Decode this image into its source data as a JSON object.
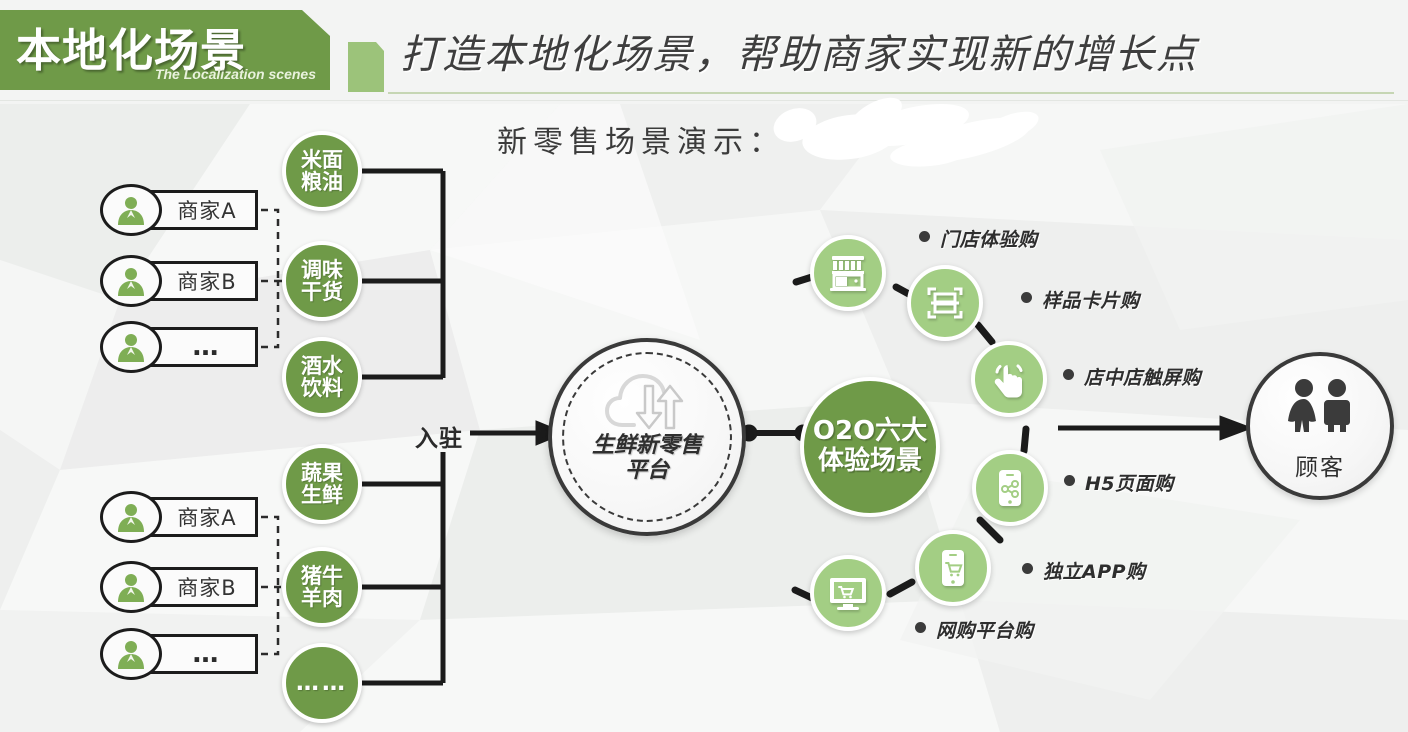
{
  "header": {
    "ribbon_title": "本地化场景",
    "ribbon_subtitle": "The Localization scenes",
    "title": "打造本地化场景，帮助商家实现新的增长点",
    "accent_color": "#6f9a48",
    "light_accent_color": "#a3ce84"
  },
  "section": {
    "caption": "新零售场景演示："
  },
  "merchants": {
    "group_top": [
      {
        "label": "商家A",
        "icon": "person-icon"
      },
      {
        "label": "商家B",
        "icon": "person-icon"
      },
      {
        "label": "…",
        "icon": "person-icon"
      }
    ],
    "group_bottom": [
      {
        "label": "商家A",
        "icon": "person-icon"
      },
      {
        "label": "商家B",
        "icon": "person-icon"
      },
      {
        "label": "…",
        "icon": "person-icon"
      }
    ]
  },
  "categories": [
    {
      "line1": "米面",
      "line2": "粮油"
    },
    {
      "line1": "调味",
      "line2": "干货"
    },
    {
      "line1": "酒水",
      "line2": "饮料"
    },
    {
      "line1": "蔬果",
      "line2": "生鲜"
    },
    {
      "line1": "猪牛",
      "line2": "羊肉"
    },
    {
      "line1": "……",
      "line2": ""
    }
  ],
  "flow": {
    "join_label": "入驻"
  },
  "platform": {
    "icon": "cloud-sync-icon",
    "line1": "生鲜新零售",
    "line2": "平台"
  },
  "hub": {
    "line1": "O2O六大",
    "line2": "体验场景"
  },
  "scenes": [
    {
      "label": "门店体验购",
      "icon": "storefront-icon"
    },
    {
      "label": "样品卡片购",
      "icon": "card-scan-icon"
    },
    {
      "label": "店中店触屏购",
      "icon": "touch-hand-icon"
    },
    {
      "label": "H5页面购",
      "icon": "mobile-share-icon"
    },
    {
      "label": "独立APP购",
      "icon": "mobile-cart-icon"
    },
    {
      "label": "网购平台购",
      "icon": "desktop-cart-icon"
    }
  ],
  "customer": {
    "label": "顾客",
    "icon": "people-icon"
  }
}
